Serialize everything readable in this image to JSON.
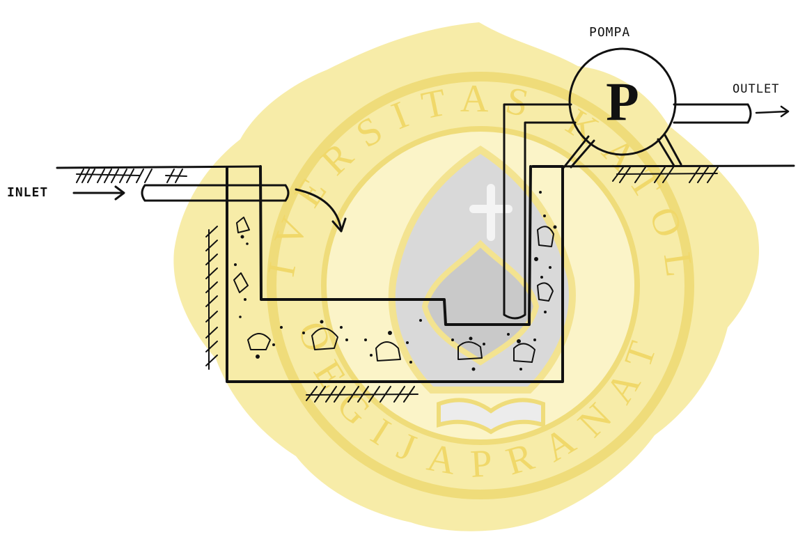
{
  "labels": {
    "inlet": "INLET",
    "outlet": "OUTLET",
    "pump": "POMPA",
    "pump_symbol": "P"
  },
  "watermark": {
    "arc_top": "UNIVERSITAS KATOLIK",
    "arc_bottom": "SOEGIJAPRANATA"
  },
  "colors": {
    "watermark_gold": "#f4e79a",
    "watermark_gray": "#d6d6d6",
    "ink": "#111111"
  }
}
